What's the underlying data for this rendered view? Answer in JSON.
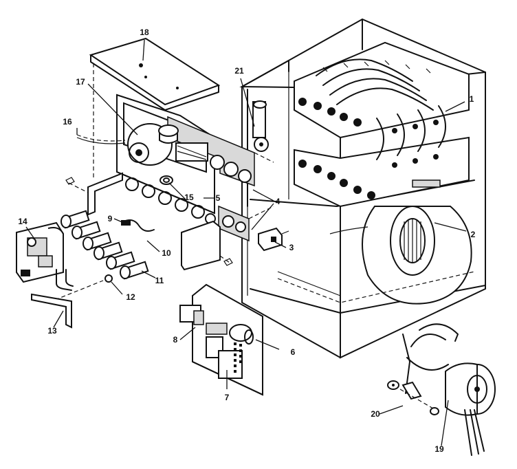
{
  "callouts": [
    {
      "id": "1",
      "text": "1"
    },
    {
      "id": "2",
      "text": "2"
    },
    {
      "id": "3",
      "text": "3"
    },
    {
      "id": "4",
      "text": "4"
    },
    {
      "id": "5",
      "text": "5"
    },
    {
      "id": "6",
      "text": "6"
    },
    {
      "id": "7",
      "text": "7"
    },
    {
      "id": "8",
      "text": "8"
    },
    {
      "id": "9",
      "text": "9"
    },
    {
      "id": "10",
      "text": "10"
    },
    {
      "id": "11",
      "text": "11"
    },
    {
      "id": "12",
      "text": "12"
    },
    {
      "id": "13",
      "text": "13"
    },
    {
      "id": "14",
      "text": "14"
    },
    {
      "id": "15",
      "text": "15"
    },
    {
      "id": "16",
      "text": "16"
    },
    {
      "id": "17",
      "text": "17"
    },
    {
      "id": "18",
      "text": "18"
    },
    {
      "id": "19",
      "text": "19"
    },
    {
      "id": "20",
      "text": "20"
    },
    {
      "id": "21",
      "text": "21"
    }
  ],
  "colors": {
    "ink": "#111111",
    "paper": "#ffffff"
  }
}
